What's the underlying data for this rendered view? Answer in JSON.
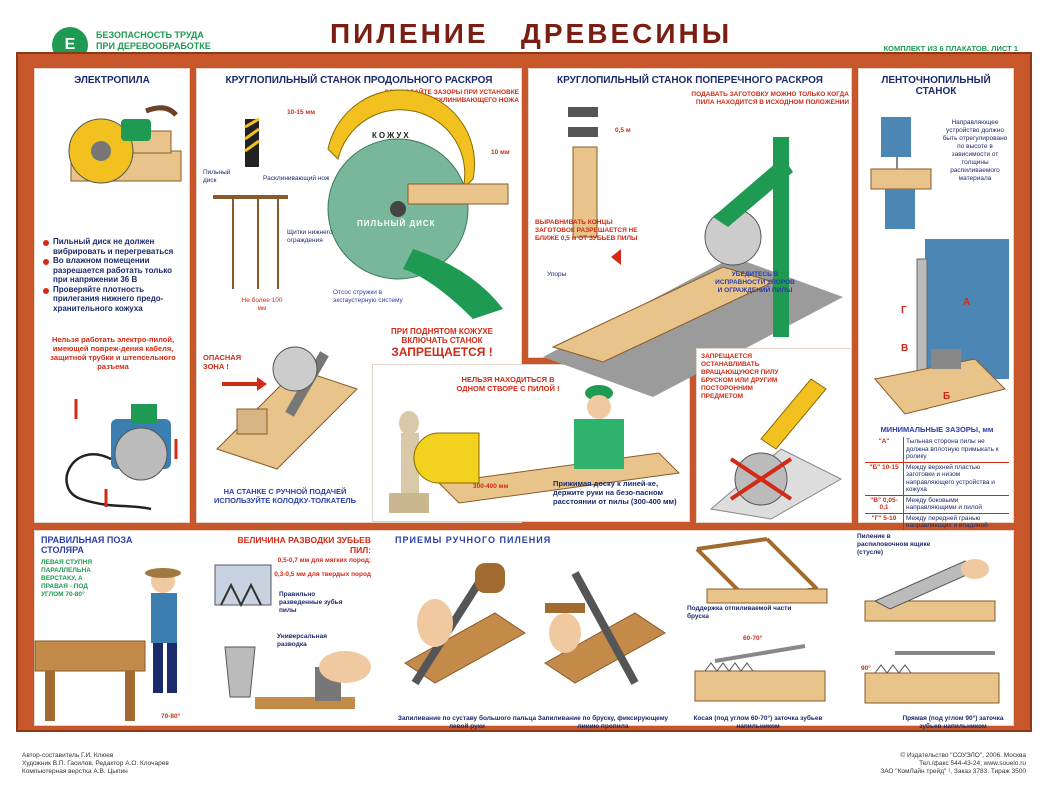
{
  "header": {
    "logo_glyph": "Е",
    "subtitle_lines": [
      "БЕЗОПАСНОСТЬ ТРУДА",
      "ПРИ ДЕРЕВООБРАБОТКЕ"
    ],
    "title": "ПИЛЕНИЕ   ДРЕВЕСИНЫ",
    "kit": "КОМПЛЕКТ ИЗ 6 ПЛАКАТОВ. ЛИСТ 1"
  },
  "electrosaw": {
    "title": "ЭЛЕКТРОПИЛА",
    "bullets": [
      "Пильный диск не должен вибрировать и перегреваться",
      "Во влажном помещении разрешается работать только при напряжении 36 В",
      "Проверяйте плотность прилегания нижнего предо-хранительного кожуха"
    ],
    "warning": "Нельзя работать электро-пилой, имеющей повреж-дения кабеля, защитной трубки и штепсельного разъема"
  },
  "rip_saw": {
    "title": "КРУГЛОПИЛЬНЫЙ СТАНОК ПРОДОЛЬНОГО РАСКРОЯ",
    "gap_note": "СОБЛЮДАЙТЕ ЗАЗОРЫ ПРИ УСТАНОВКЕ РАСКЛИНИВАЮЩЕГО НОЖА",
    "gap1": "10-15 мм",
    "gap2": "10 мм",
    "label_disk": "Пильный диск",
    "label_knife": "Расклинивающий нож",
    "label_shields": "Щитки нижнего ограждения",
    "label_max": "Не более 100 мм",
    "label_cover": "КОЖУХ",
    "label_blade": "ПИЛЬНЫЙ ДИСК",
    "label_exhaust": "Отсос стружки в эксгаустерную систему",
    "forbid": "ПРИ ПОДНЯТОМ КОЖУХЕ ВКЛЮЧАТЬ СТАНОК",
    "forbid_big": "ЗАПРЕЩАЕТСЯ !",
    "danger": "ОПАСНАЯ ЗОНА !",
    "pusher": "НА СТАНКЕ С РУЧНОЙ ПОДАЧЕЙ ИСПОЛЬЗУЙТЕ КОЛОДКУ-ТОЛКАТЕЛЬ"
  },
  "cross_saw": {
    "title": "КРУГЛОПИЛЬНЫЙ СТАНОК ПОПЕРЕЧНОГО РАСКРОЯ",
    "feed_note": "ПОДАВАТЬ ЗАГОТОВКУ МОЖНО ТОЛЬКО КОГДА ПИЛА НАХОДИТСЯ В ИСХОДНОМ ПОЛОЖЕНИИ",
    "dim": "0,5 м",
    "align": "ВЫРАВНИВАТЬ КОНЦЫ ЗАГОТОВОК РАЗРЕШАЕТСЯ НЕ БЛИЖЕ 0,5 м ОТ ЗУБЬЕВ ПИЛЫ",
    "stops": "Упоры",
    "check": "УБЕДИТЕСЬ В ИСПРАВНОСТИ УПОРОВ И ОГРАЖДЕНИЙ ПИЛЫ",
    "stop_forbid": "ЗАПРЕЩАЕТСЯ ОСТАНАВЛИВАТЬ ВРАЩАЮЩУЮСЯ ПИЛУ БРУСКОМ ИЛИ ДРУГИМ ПОСТОРОННИМ ПРЕДМЕТОМ"
  },
  "center": {
    "warn": "НЕЛЬЗЯ НАХОДИТЬСЯ В ОДНОМ СТВОРЕ С ПИЛОЙ !",
    "dist": "300-400 мм",
    "hold": "Прижимая доску к линей-ке, держите руки на безо-пасном расстоянии от пилы (300-400 мм)"
  },
  "bandsaw": {
    "title": "ЛЕНТОЧНОПИЛЬНЫЙ СТАНОК",
    "guide": "Направляющее устройство должно быть отрегулировано по высоте в зависимости от толщины распиливаемого материала",
    "marks": [
      "Г",
      "А",
      "В",
      "Б"
    ],
    "gaps_title": "МИНИМАЛЬНЫЕ ЗАЗОРЫ, мм",
    "gaps": [
      {
        "k": "\"А\"",
        "v": "Тыльная сторона пилы не должна вплотную примыкать к ролику"
      },
      {
        "k": "\"Б\" 10-15",
        "v": "Между верхней пластью заготовки и низом направляющего устройства и кожуха"
      },
      {
        "k": "\"В\" 0,05-0,1",
        "v": "Между боковыми направляющими и пилой"
      },
      {
        "k": "\"Г\" 5-10",
        "v": "Между передней гранью направляющих и впадиной зубьев пилы"
      }
    ]
  },
  "posture": {
    "title": "ПРАВИЛЬНАЯ ПОЗА СТОЛЯРА",
    "text": "ЛЕВАЯ СТУПНЯ ПАРАЛЛЕЛЬНА ВЕРСТАКУ, А ПРАВАЯ - ПОД УГЛОМ 70-80°",
    "angle": "70-80°"
  },
  "teeth": {
    "title": "ВЕЛИЧИНА РАЗВОДКИ ЗУБЬЕВ ПИЛ:",
    "soft": "0,5-0,7 мм для мягких пород;",
    "hard": "0,3-0,5 мм для твердых пород",
    "correct": "Правильно разведенные зубья пилы",
    "universal": "Универсальная разводка"
  },
  "manual": {
    "title": "ПРИЕМЫ   РУЧНОГО   ПИЛЕНИЯ",
    "cap1": "Запиливание по суставу большого пальца левой руки",
    "cap2": "Запиливание по бруску, фиксирующему линию пропила",
    "support": "Поддержка отпиливаемой части бруска",
    "angle1": "60-70°",
    "cap3": "Косая (под углом 60-70°) заточка зубьев напильником",
    "miter": "Пиление в распиловочном ящике (стусле)",
    "angle2": "90°",
    "cap4": "Прямая (под углом 90°) заточка зубьев напильником"
  },
  "footer": {
    "left": [
      "Автор-составитель Г.И. Клюев",
      "Художник В.П. Гасилов. Редактор А.О. Клочарев",
      "Компьютерная верстка А.В. Цыпин"
    ],
    "right": [
      "© Издательство \"СОУЭЛО\", 2006. Москва",
      "Тел./факс 544-43-24; www.souelo.ru",
      "ЗАО \"КомЛайн трейд\" ¹, Заказ 3783. Тираж 3500"
    ]
  }
}
